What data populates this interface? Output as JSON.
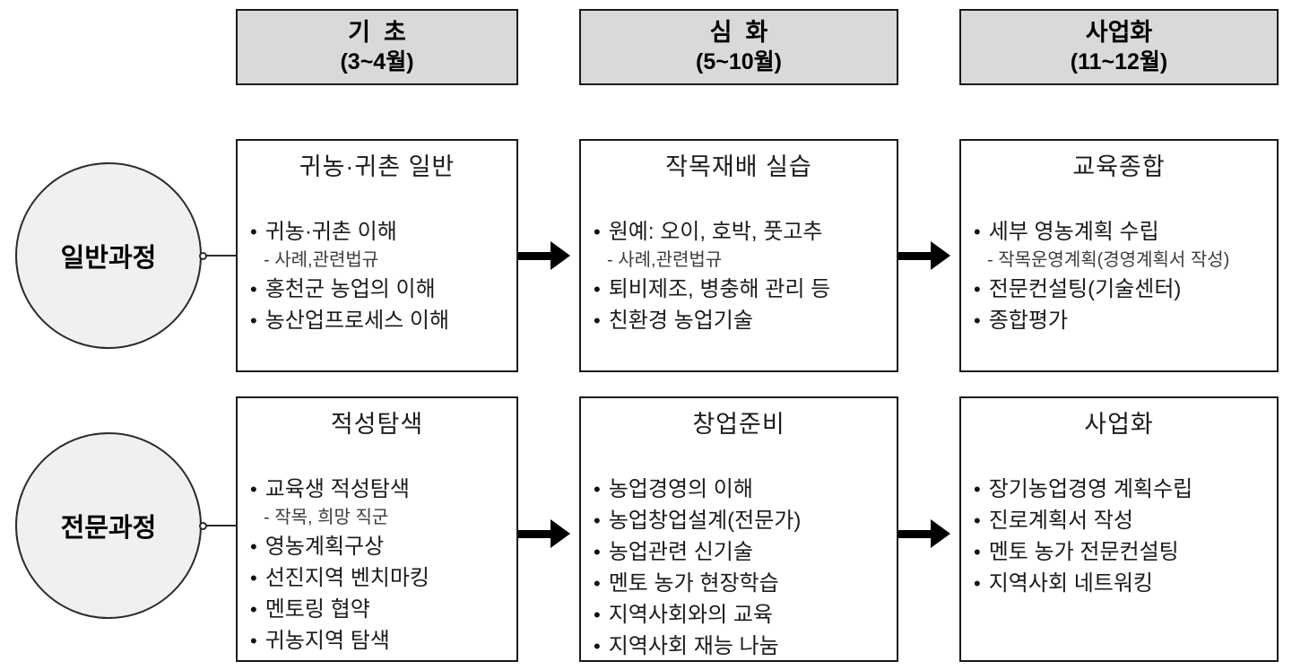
{
  "phases": [
    {
      "title": "기  초",
      "period": "(3~4월)"
    },
    {
      "title": "심  화",
      "period": "(5~10월)"
    },
    {
      "title": "사업화",
      "period": "(11~12월)"
    }
  ],
  "tracks": [
    {
      "label": "일반과정",
      "boxes": [
        {
          "title": "귀농·귀촌 일반",
          "items": [
            {
              "type": "bullet",
              "text": "귀농·귀촌 이해"
            },
            {
              "type": "sub",
              "text": "- 사례,관련법규"
            },
            {
              "type": "bullet",
              "text": "홍천군 농업의 이해"
            },
            {
              "type": "bullet",
              "text": "농산업프로세스 이해"
            }
          ]
        },
        {
          "title": "작목재배 실습",
          "items": [
            {
              "type": "bullet",
              "text": "원예: 오이, 호박, 풋고추"
            },
            {
              "type": "sub",
              "text": "- 사례,관련법규"
            },
            {
              "type": "bullet",
              "text": "퇴비제조, 병충해 관리 등"
            },
            {
              "type": "bullet",
              "text": "친환경 농업기술"
            }
          ]
        },
        {
          "title": "교육종합",
          "items": [
            {
              "type": "bullet",
              "text": "세부 영농계획 수립"
            },
            {
              "type": "sub",
              "text": "- 작목운영계획(경영계획서 작성)"
            },
            {
              "type": "bullet",
              "text": "전문컨설팅(기술센터)"
            },
            {
              "type": "bullet",
              "text": "종합평가"
            }
          ]
        }
      ]
    },
    {
      "label": "전문과정",
      "boxes": [
        {
          "title": "적성탐색",
          "items": [
            {
              "type": "bullet",
              "text": "교육생 적성탐색"
            },
            {
              "type": "sub",
              "text": "- 작목, 희망 직군"
            },
            {
              "type": "bullet",
              "text": "영농계획구상"
            },
            {
              "type": "bullet",
              "text": "선진지역 벤치마킹"
            },
            {
              "type": "bullet",
              "text": "멘토링 협약"
            },
            {
              "type": "bullet",
              "text": "귀농지역 탐색"
            }
          ]
        },
        {
          "title": "창업준비",
          "items": [
            {
              "type": "bullet",
              "text": "농업경영의 이해"
            },
            {
              "type": "bullet",
              "text": "농업창업설계(전문가)"
            },
            {
              "type": "bullet",
              "text": "농업관련 신기술"
            },
            {
              "type": "bullet",
              "text": "멘토 농가 현장학습"
            },
            {
              "type": "bullet",
              "text": "지역사회와의 교육"
            },
            {
              "type": "bullet",
              "text": "지역사회 재능 나눔"
            }
          ]
        },
        {
          "title": "사업화",
          "items": [
            {
              "type": "bullet",
              "text": "장기농업경영 계획수립"
            },
            {
              "type": "bullet",
              "text": "진로계획서 작성"
            },
            {
              "type": "bullet",
              "text": "멘토 농가 전문컨설팅"
            },
            {
              "type": "bullet",
              "text": "지역사회 네트워킹"
            }
          ]
        }
      ]
    }
  ],
  "colors": {
    "header_fill": "#d9d9d9",
    "box_fill": "#ffffff",
    "border": "#1a1a1a",
    "circle_fill": "#f0f0f0",
    "arrow": "#000000",
    "text": "#1c1c1c",
    "sub_text": "#3d3d3d"
  }
}
